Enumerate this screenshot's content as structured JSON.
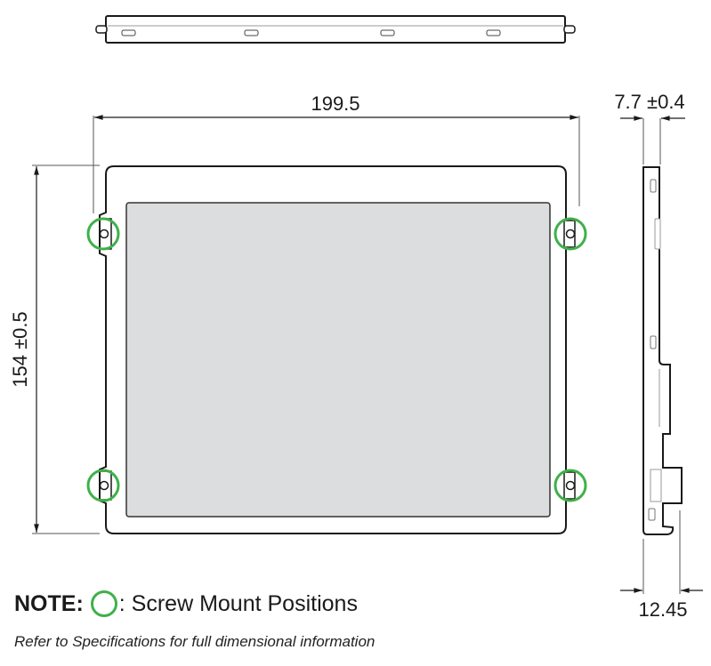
{
  "dimensions": {
    "width": "199.5",
    "height": "154 ±0.5",
    "thickness": "7.7 ±0.4",
    "depth_with_bracket": "12.45"
  },
  "note": {
    "label": "NOTE:",
    "legend_symbol": "green-circle",
    "legend_text": ": Screw Mount Positions"
  },
  "footnote": "Refer to Specifications for full dimensional information",
  "colors": {
    "outline": "#1a1a1a",
    "screen_fill": "#dcdddf",
    "screw_marker": "#3fb04a",
    "dimension_line": "#333333"
  },
  "views": [
    "top-view",
    "front-view",
    "side-view"
  ],
  "screw_mounts": 4
}
